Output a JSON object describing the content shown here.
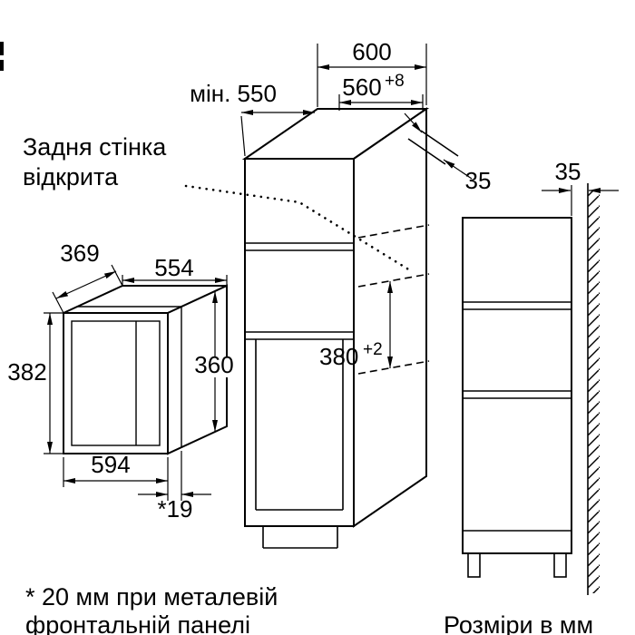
{
  "labels": {
    "back_wall_line1": "Задня стінка",
    "back_wall_line2": "відкрита",
    "footnote_line1": "* 20 мм при металевій",
    "footnote_line2": "фронтальній панелі",
    "units": "Розміри в мм"
  },
  "cabinet": {
    "outer_width": "600",
    "min_depth": "мін. 550",
    "niche_width": "560",
    "niche_width_tol": "+8",
    "niche_height": "380",
    "niche_height_tol": "+2",
    "frame_thickness": "35",
    "wall_clearance": "35"
  },
  "appliance": {
    "depth": "369",
    "body_width": "554",
    "height": "382",
    "body_height": "360",
    "front_width": "594",
    "front_overhang": "*19"
  }
}
